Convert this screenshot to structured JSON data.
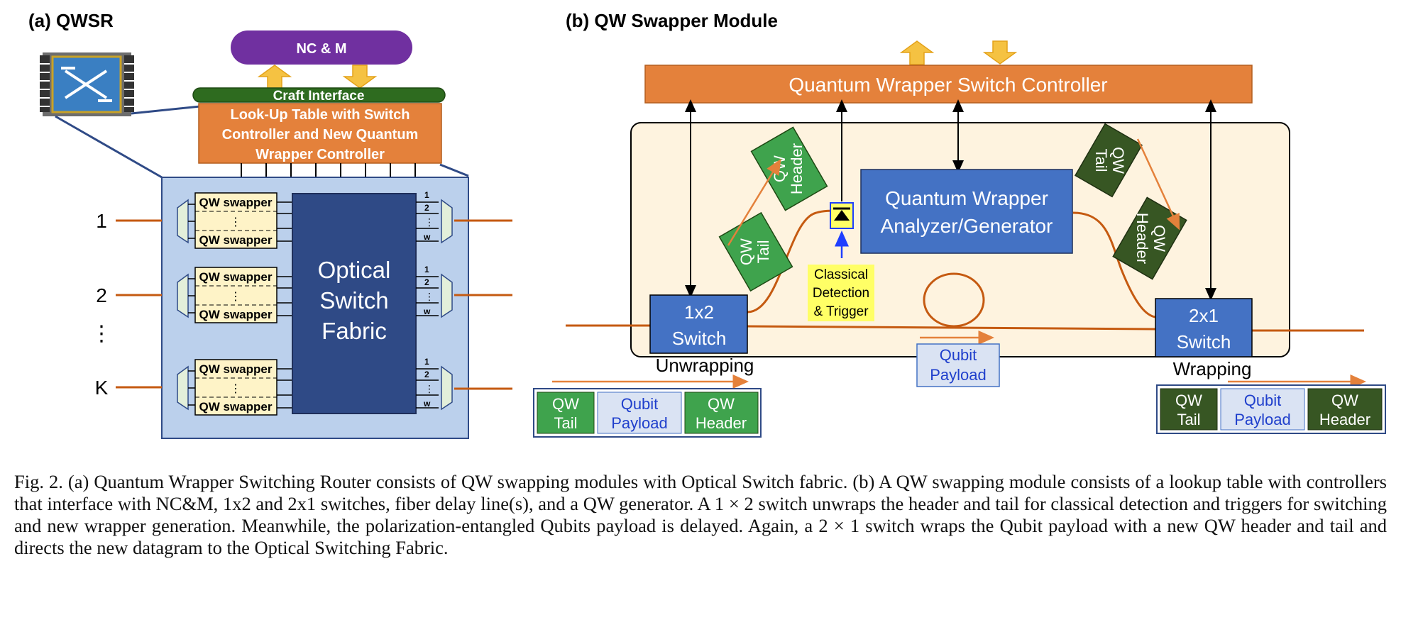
{
  "panel_a": {
    "title": "(a) QWSR",
    "ncm_label": "NC & M",
    "craft_interface": "Craft Interface",
    "lookup_table_lines": [
      "Look-Up Table with Switch",
      "Controller and New Quantum",
      "Wrapper  Controller"
    ],
    "fabric_lines": [
      "Optical",
      "Switch",
      "Fabric"
    ],
    "swapper_label": "QW swapper",
    "port_labels": [
      "1",
      "2",
      "K"
    ],
    "port_ellipsis": "⋮",
    "output_port_numbers": [
      "1",
      "2",
      "w"
    ]
  },
  "panel_b": {
    "title": "(b) QW Swapper Module",
    "controller": "Quantum Wrapper Switch Controller",
    "analyzer_lines": [
      "Quantum Wrapper",
      "Analyzer/Generator"
    ],
    "switch_1x2_lines": [
      "1x2",
      "Switch"
    ],
    "switch_2x1_lines": [
      "2x1",
      "Switch"
    ],
    "unwrapping": "Unwrapping",
    "wrapping": "Wrapping",
    "detection_lines": [
      "Classical",
      "Detection",
      "& Trigger"
    ],
    "qw_tail_lines": [
      "QW",
      "Tail"
    ],
    "qw_header_lines": [
      "QW",
      "Header"
    ],
    "qubit_payload_lines": [
      "Qubit",
      "Payload"
    ]
  },
  "colors": {
    "orange_box": "#E4813B",
    "purple": "#7030A0",
    "green_craft": "#2E6B1F",
    "green_light": "#3FA34D",
    "green_dark": "#375623",
    "blue_box": "#4472C4",
    "fabric_blue": "#2F4A86",
    "panel_blue": "#BBD0EC",
    "module_bg": "#FEF3DF",
    "payload_bg": "#DAE3F3",
    "fiber": "#C55A11",
    "yellow": "#FFFF66",
    "arrow_gold": "#F5C242"
  },
  "caption": "Fig. 2.  (a) Quantum Wrapper Switching Router consists of QW swapping modules with Optical Switch fabric. (b) A QW swapping module consists of a lookup table with controllers that interface with NC&M, 1x2 and 2x1 switches, fiber delay line(s), and a QW generator. A 1 × 2 switch unwraps the header and tail for classical detection and triggers for switching and new wrapper generation. Meanwhile, the polarization-entangled Qubits payload is delayed. Again, a 2 × 1 switch wraps the Qubit payload with a new QW header and tail and directs the new datagram to the Optical Switching Fabric."
}
